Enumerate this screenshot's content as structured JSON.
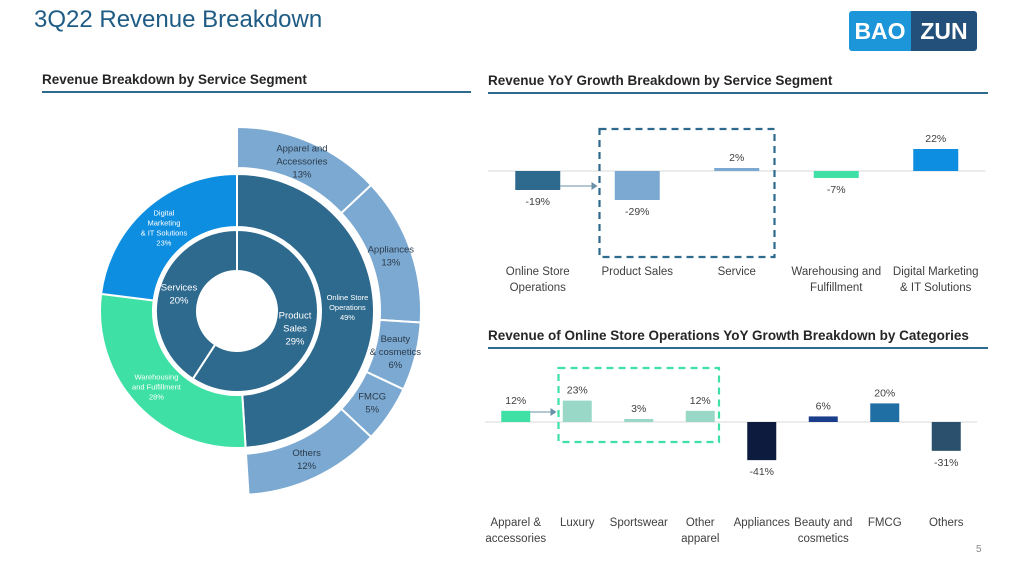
{
  "page": {
    "title": "3Q22 Revenue Breakdown",
    "logo_left": "BAO",
    "logo_right": "ZUN",
    "page_number": "5"
  },
  "sections": {
    "donut_title": "Revenue Breakdown by Service Segment",
    "service_growth_title": "Revenue YoY Growth Breakdown by Service Segment",
    "category_growth_title": "Revenue of Online Store Operations YoY Growth Breakdown by Categories"
  },
  "colors": {
    "title_blue": "#1F5C85",
    "rule_blue": "#2E6A8E",
    "online_store": "#2E6A8E",
    "light_blue": "#7BA9D1",
    "green": "#3EE0A5",
    "bright_blue": "#0E8EE0",
    "mint": "#99D8C6",
    "navy": "#0D1B3E",
    "dark_navy_blue": "#1A3E8C",
    "teal_blue": "#1F6FA5",
    "slate": "#2B506E"
  },
  "chart_data": [
    {
      "type": "pie",
      "title": "Revenue Breakdown by Service Segment",
      "rings": [
        {
          "name": "inner",
          "slices": [
            {
              "label": [
                "Product",
                "Sales"
              ],
              "value": 29,
              "text": "29%",
              "color": "#2E6A8E"
            },
            {
              "label": [
                "Services"
              ],
              "value": 20,
              "text": "20%",
              "color": "#2E6A8E"
            }
          ]
        },
        {
          "name": "middle",
          "slices": [
            {
              "label": [
                "Online Store",
                "Operations"
              ],
              "value": 49,
              "text": "49%",
              "color": "#2E6A8E"
            },
            {
              "label": [
                "Warehousing",
                "and Fulfillment"
              ],
              "value": 28,
              "text": "28%",
              "color": "#3EE0A5"
            },
            {
              "label": [
                "Digital",
                "Marketing",
                "& IT Solutions"
              ],
              "value": 23,
              "text": "23%",
              "color": "#0E8EE0"
            }
          ]
        },
        {
          "name": "outer",
          "slices": [
            {
              "label": [
                "Apparel and",
                "Accessories"
              ],
              "value": 13,
              "text": "13%",
              "color": "#7BA9D1"
            },
            {
              "label": [
                "Appliances"
              ],
              "value": 13,
              "text": "13%",
              "color": "#7BA9D1"
            },
            {
              "label": [
                "Beauty",
                "& cosmetics"
              ],
              "value": 6,
              "text": "6%",
              "color": "#7BA9D1"
            },
            {
              "label": [
                "FMCG"
              ],
              "value": 5,
              "text": "5%",
              "color": "#7BA9D1"
            },
            {
              "label": [
                "Others"
              ],
              "value": 12,
              "text": "12%",
              "color": "#7BA9D1"
            }
          ]
        }
      ]
    },
    {
      "type": "bar",
      "title": "Revenue YoY Growth Breakdown by Service Segment",
      "categories": [
        [
          "Online Store",
          "Operations"
        ],
        [
          "Product Sales"
        ],
        [
          "Service"
        ],
        [
          "Warehousing and",
          "Fulfillment"
        ],
        [
          "Digital Marketing",
          "& IT Solutions"
        ]
      ],
      "values": [
        -19,
        -29,
        2,
        -7,
        22
      ],
      "value_labels": [
        "-19%",
        "-29%",
        "2%",
        "-7%",
        "22%"
      ],
      "colors": [
        "#2E6A8E",
        "#7BA9D1",
        "#7BA9D1",
        "#3EE0A5",
        "#0E8EE0"
      ],
      "highlight": {
        "from": 1,
        "to": 2,
        "color": "#2E6A8E"
      }
    },
    {
      "type": "bar",
      "title": "Revenue of Online Store Operations YoY Growth Breakdown by Categories",
      "categories": [
        [
          "Apparel &",
          "accessories"
        ],
        [
          "Luxury"
        ],
        [
          "Sportswear"
        ],
        [
          "Other",
          "apparel"
        ],
        [
          "Appliances"
        ],
        [
          "Beauty and",
          "cosmetics"
        ],
        [
          "FMCG"
        ],
        [
          "Others"
        ]
      ],
      "values": [
        12,
        23,
        3,
        12,
        -41,
        6,
        20,
        -31
      ],
      "value_labels": [
        "12%",
        "23%",
        "3%",
        "12%",
        "-41%",
        "6%",
        "20%",
        "-31%"
      ],
      "colors": [
        "#3EE0A5",
        "#99D8C6",
        "#99D8C6",
        "#99D8C6",
        "#0D1B3E",
        "#1A3E8C",
        "#1F6FA5",
        "#2B506E"
      ],
      "highlight": {
        "from": 1,
        "to": 3,
        "color": "#3EE0A5"
      }
    }
  ]
}
